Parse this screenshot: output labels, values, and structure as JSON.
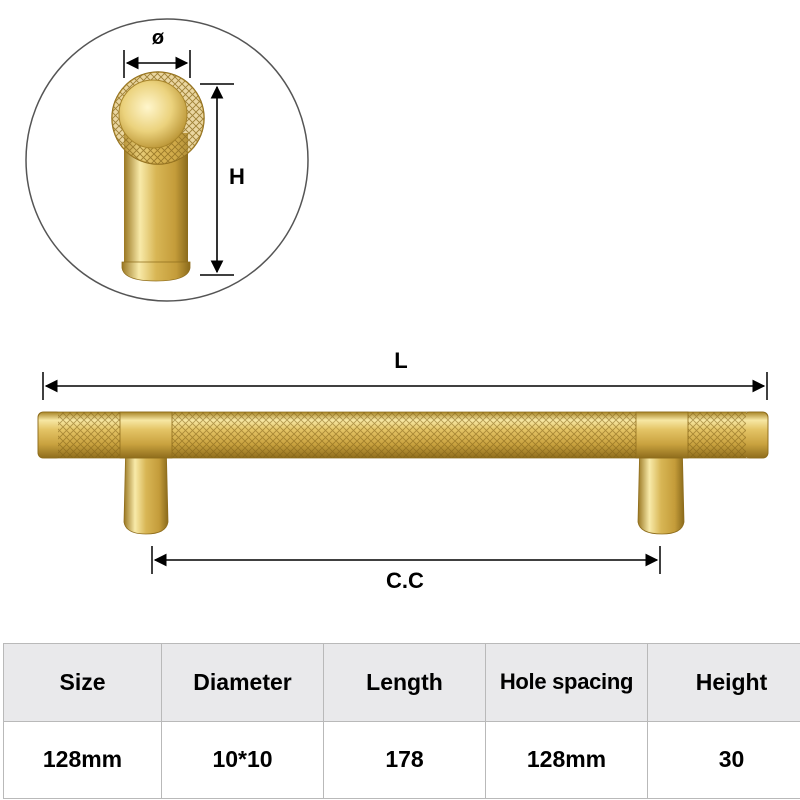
{
  "dimension_labels": {
    "diameter": "ø",
    "height": "H",
    "length": "L",
    "center_to_center": "C.C"
  },
  "spec_table": {
    "headers": [
      "Size",
      "Diameter",
      "Length",
      "Hole spacing",
      "Height"
    ],
    "values": [
      "128mm",
      "10*10",
      "178",
      "128mm",
      "30"
    ]
  },
  "colors": {
    "gold": "#d9b453",
    "gold_highlight": "#fbeeb2",
    "gold_shadow": "#8f6d1c",
    "header_fill": "#e9e9eb",
    "grid_line": "#b9b9b9"
  }
}
